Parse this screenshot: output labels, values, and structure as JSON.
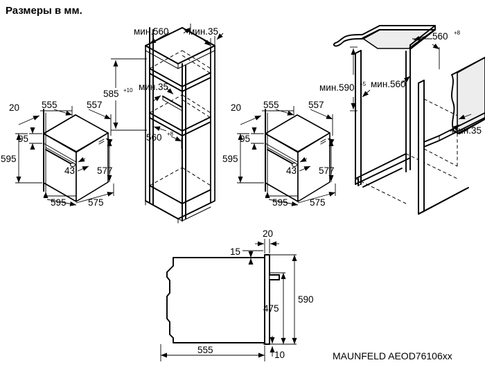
{
  "page": {
    "title": "Размеры в мм.",
    "brand_label": "MAUNFELD AEOD76106xx",
    "units": "мм",
    "background_color": "#ffffff",
    "line_color": "#000000",
    "panel_fill_color": "#ededed"
  },
  "views": {
    "oven_left": {
      "name": "Встраиваемый духовой шкаф — изометрия",
      "dims": {
        "depth_offset": "20",
        "top_depth": "555",
        "body_depth": "557",
        "panel_height": "95",
        "total_height": "595",
        "handle_depth": "43",
        "inner_height": "577",
        "width": "595",
        "side_depth": "575"
      }
    },
    "cabinet_middle": {
      "name": "Ниша для встраивания — изометрия",
      "dims": {
        "niche_width": "мин.560",
        "clearance_top": "мин.35",
        "niche_height": "585",
        "niche_height_tol": "+10",
        "clearance_mid": "мин.35",
        "niche_depth": "560",
        "niche_depth_tol": "+8"
      }
    },
    "oven_right": {
      "name": "Встраиваемый духовой шкаф — изометрия (повтор)",
      "dims": {
        "depth_offset": "20",
        "top_depth": "555",
        "body_depth": "557",
        "panel_height": "95",
        "total_height": "595",
        "handle_depth": "43",
        "inner_height": "577",
        "width": "595",
        "side_depth": "575"
      }
    },
    "cabinet_right": {
      "name": "Ниша под столешницей — изометрия",
      "dims": {
        "niche_depth": "560",
        "niche_depth_tol": "+8",
        "niche_height": "мин.590",
        "niche_height_tol": "+5",
        "niche_width": "мин.560",
        "clearance_back": "мин.35"
      }
    },
    "section_bottom": {
      "name": "Духовой шкаф — вид сбоку в разрезе",
      "dims": {
        "door_offset": "15",
        "door_thickness": "20",
        "total_height": "590",
        "cavity_height": "475",
        "body_depth": "555",
        "foot_height": "10"
      }
    }
  }
}
